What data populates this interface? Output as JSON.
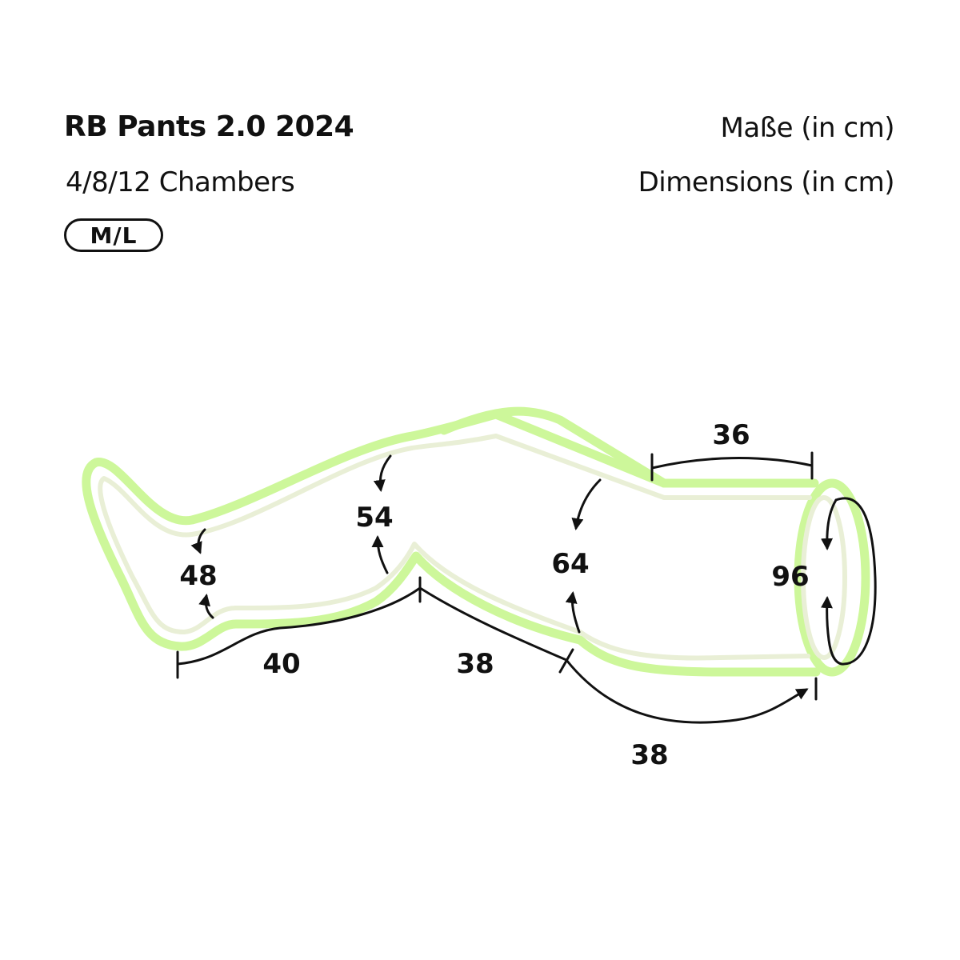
{
  "header": {
    "title": "RB Pants 2.0 2024",
    "subtitle": "4/8/12 Chambers",
    "size": "M/L",
    "unit_de": "Maße (in cm)",
    "unit_en": "Dimensions (in cm)"
  },
  "dimensions": {
    "ankle_circumference": "48",
    "calf_circumference": "54",
    "thigh_circumference": "64",
    "top_circumference": "96",
    "top_width": "36",
    "foot_to_knee_length": "40",
    "knee_to_thigh_length": "38",
    "thigh_to_top_length": "38"
  },
  "colors": {
    "outer_outline": "#cdf79a",
    "inner_outline": "#e9efd6",
    "ink": "#111111"
  }
}
